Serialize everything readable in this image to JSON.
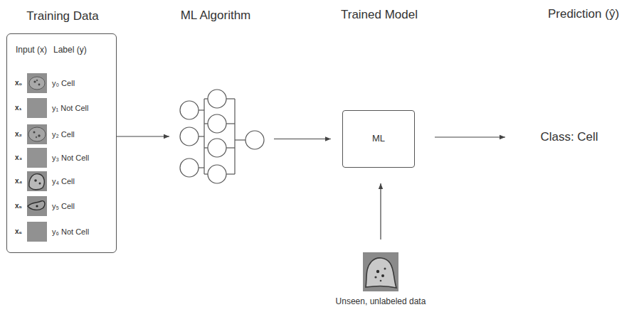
{
  "diagram": {
    "nodes": [
      {
        "text": [
          "Training Data"
        ]
      },
      {
        "text": [
          "ML Algorithm"
        ]
      },
      {
        "text": [
          "Trained Model",
          "ML"
        ]
      },
      {
        "text": [
          "Prediction (ŷ)",
          "Class: Cell"
        ]
      },
      {
        "text": [
          "Unseen, unlabeled data"
        ]
      }
    ],
    "edges": [
      {
        "from": 0,
        "to": 1,
        "arrow": "to"
      },
      {
        "from": 1,
        "to": 2,
        "arrow": "to"
      },
      {
        "from": 2,
        "to": 3,
        "arrow": "to"
      },
      {
        "from": 4,
        "to": 2,
        "arrow": "to"
      }
    ],
    "labels": [
      "Input (x)",
      "Label (y)",
      "x₀",
      "y₀ Cell",
      "x₁",
      "y₁ Not Cell",
      "x₂",
      "y₂ Cell",
      "x₃",
      "y₃ Not Cell",
      "x₄",
      "y₄ Cell",
      "x₅",
      "y₅ Cell",
      "x₆",
      "y₆ Not Cell"
    ]
  }
}
